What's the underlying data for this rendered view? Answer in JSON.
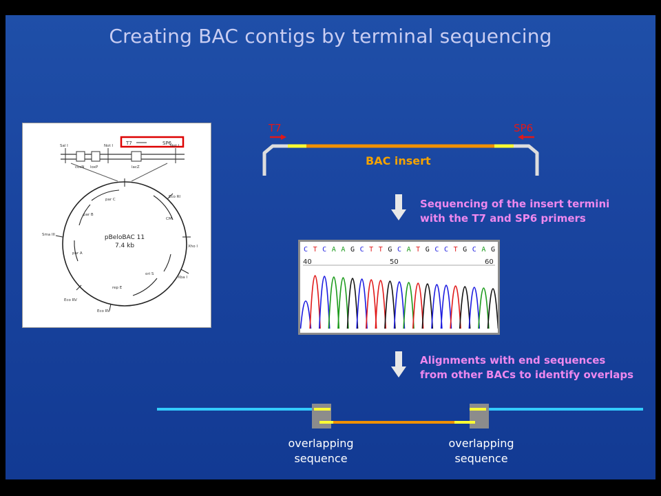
{
  "title": "Creating BAC contigs by terminal sequencing",
  "plasmid": {
    "name": "pBeloBAC 11",
    "size": "7.4 kb",
    "box_labels": [
      "T7",
      "SP6"
    ],
    "site_labels": [
      "Sal I",
      "Not I",
      "Not I",
      "Eco RI",
      "Xho I",
      "Xba I",
      "Eco RV",
      "Eco RV",
      "Sma III"
    ],
    "gene_labels": [
      "par C",
      "par B",
      "CM",
      "par A",
      "ori S",
      "rep E",
      "lacZ",
      "cosN",
      "loxP"
    ]
  },
  "insert_diagram": {
    "left_primer": "T7",
    "right_primer": "SP6",
    "insert_label": "BAC insert"
  },
  "step1_text": [
    "Sequencing of the insert termini",
    "with the T7 and SP6 primers"
  ],
  "chromatogram": {
    "bases": [
      "C",
      "T",
      "C",
      "A",
      "A",
      "G",
      "C",
      "T",
      "T",
      "G",
      "C",
      "A",
      "T",
      "G",
      "C",
      "C",
      "T",
      "G",
      "C",
      "A",
      "G"
    ],
    "positions": [
      "40",
      "50",
      "60"
    ]
  },
  "step2_text": [
    "Alignments with end sequences",
    "from other BACs to identify overlaps"
  ],
  "overlap_labels": [
    {
      "line1": "overlapping",
      "line2": "sequence"
    },
    {
      "line1": "overlapping",
      "line2": "sequence"
    }
  ],
  "colors": {
    "background": "#1a45a0",
    "primer": "#e01818",
    "insert": "#f09000",
    "end_seq": "#ffff33",
    "contig": "#33ccff",
    "pink_text": "#ee88ee",
    "overlap_box": "#8c8c8c"
  }
}
